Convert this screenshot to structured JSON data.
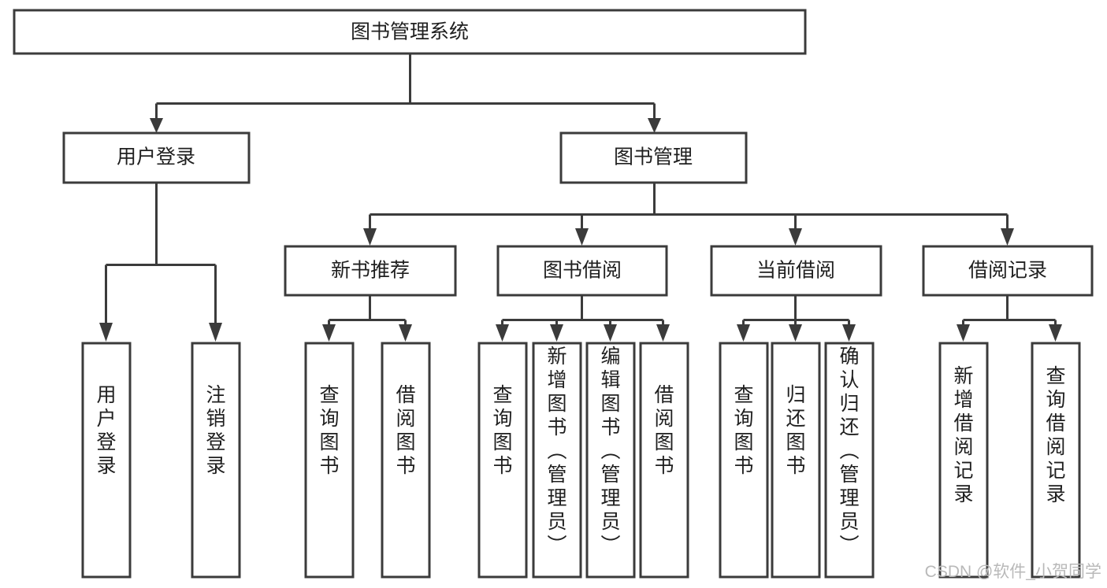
{
  "diagram": {
    "type": "tree",
    "title": "图书管理系统",
    "orientation": "top-down",
    "colors": {
      "box_stroke": "#3b3b3b",
      "box_fill": "#ffffff",
      "text": "#1f1f1f",
      "connector": "#3b3b3b",
      "watermark": "#b9b9b9",
      "background": "#ffffff"
    },
    "nodes": {
      "root": {
        "label": "图书管理系统",
        "level": 1,
        "orientation": "horizontal"
      },
      "l2_user_login": {
        "label": "用户登录",
        "level": 2,
        "orientation": "horizontal"
      },
      "l2_book_manage": {
        "label": "图书管理",
        "level": 2,
        "orientation": "horizontal"
      },
      "l3_new_book_rec": {
        "label": "新书推荐",
        "level": 3,
        "orientation": "horizontal"
      },
      "l3_book_borrow": {
        "label": "图书借阅",
        "level": 3,
        "orientation": "horizontal"
      },
      "l3_current_borrow": {
        "label": "当前借阅",
        "level": 3,
        "orientation": "horizontal"
      },
      "l3_borrow_record": {
        "label": "借阅记录",
        "level": 3,
        "orientation": "horizontal"
      },
      "leaf_user_login": {
        "label": "用户登录",
        "level": 4,
        "orientation": "vertical"
      },
      "leaf_user_logout": {
        "label": "注销登录",
        "level": 4,
        "orientation": "vertical"
      },
      "leaf_rec_query": {
        "label": "查询图书",
        "level": 4,
        "orientation": "vertical"
      },
      "leaf_rec_borrow": {
        "label": "借阅图书",
        "level": 4,
        "orientation": "vertical"
      },
      "leaf_borrow_query": {
        "label": "查询图书",
        "level": 4,
        "orientation": "vertical"
      },
      "leaf_borrow_add": {
        "label": "新增图书（管理员）",
        "level": 4,
        "orientation": "vertical"
      },
      "leaf_borrow_edit": {
        "label": "编辑图书（管理员）",
        "level": 4,
        "orientation": "vertical"
      },
      "leaf_borrow_lend": {
        "label": "借阅图书",
        "level": 4,
        "orientation": "vertical"
      },
      "leaf_cur_query": {
        "label": "查询图书",
        "level": 4,
        "orientation": "vertical"
      },
      "leaf_cur_return": {
        "label": "归还图书",
        "level": 4,
        "orientation": "vertical"
      },
      "leaf_cur_confirm": {
        "label": "确认归还（管理员）",
        "level": 4,
        "orientation": "vertical"
      },
      "leaf_rec_add": {
        "label": "新增借阅记录",
        "level": 4,
        "orientation": "vertical"
      },
      "leaf_rec_search": {
        "label": "查询借阅记录",
        "level": 4,
        "orientation": "vertical"
      }
    },
    "edges": [
      {
        "from": "root",
        "to": "l2_user_login"
      },
      {
        "from": "root",
        "to": "l2_book_manage"
      },
      {
        "from": "l2_user_login",
        "to": "leaf_user_login"
      },
      {
        "from": "l2_user_login",
        "to": "leaf_user_logout"
      },
      {
        "from": "l2_book_manage",
        "to": "l3_new_book_rec"
      },
      {
        "from": "l2_book_manage",
        "to": "l3_book_borrow"
      },
      {
        "from": "l2_book_manage",
        "to": "l3_current_borrow"
      },
      {
        "from": "l2_book_manage",
        "to": "l3_borrow_record"
      },
      {
        "from": "l3_new_book_rec",
        "to": "leaf_rec_query"
      },
      {
        "from": "l3_new_book_rec",
        "to": "leaf_rec_borrow"
      },
      {
        "from": "l3_book_borrow",
        "to": "leaf_borrow_query"
      },
      {
        "from": "l3_book_borrow",
        "to": "leaf_borrow_add"
      },
      {
        "from": "l3_book_borrow",
        "to": "leaf_borrow_edit"
      },
      {
        "from": "l3_book_borrow",
        "to": "leaf_borrow_lend"
      },
      {
        "from": "l3_current_borrow",
        "to": "leaf_cur_query"
      },
      {
        "from": "l3_current_borrow",
        "to": "leaf_cur_return"
      },
      {
        "from": "l3_current_borrow",
        "to": "leaf_cur_confirm"
      },
      {
        "from": "l3_borrow_record",
        "to": "leaf_rec_add"
      },
      {
        "from": "l3_borrow_record",
        "to": "leaf_rec_search"
      }
    ]
  },
  "watermark": {
    "text": "CSDN @软件_小贺同学"
  }
}
